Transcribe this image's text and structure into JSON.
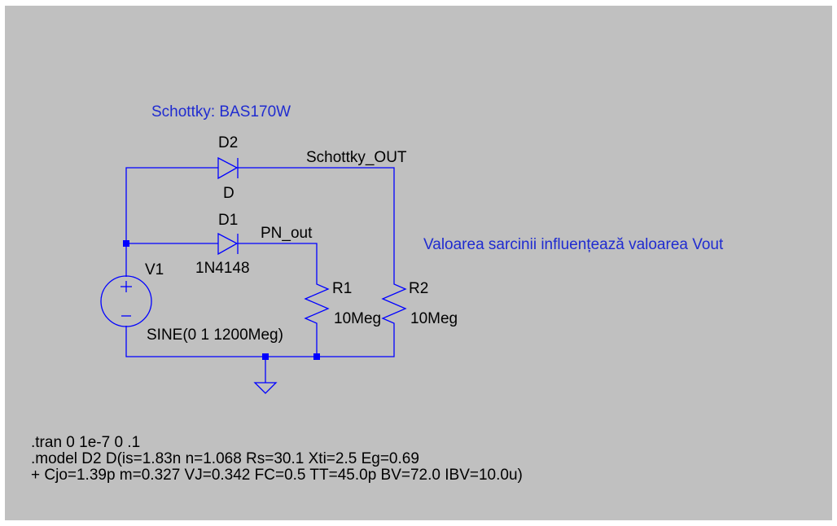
{
  "colors": {
    "background": "#c0c0c0",
    "wire": "#0000ff",
    "comment_text": "#1f2bd0",
    "label_text": "#000000"
  },
  "comments": {
    "schottky": "Schottky: BAS170W",
    "load_note": "Valoarea sarcinii influențează valoarea Vout"
  },
  "components": {
    "d2": {
      "name": "D2",
      "value": "D"
    },
    "d1": {
      "name": "D1",
      "value": "1N4148"
    },
    "v1": {
      "name": "V1",
      "value": "SINE(0 1 1200Meg)"
    },
    "r1": {
      "name": "R1",
      "value": "10Meg"
    },
    "r2": {
      "name": "R2",
      "value": "10Meg"
    }
  },
  "nets": {
    "schottky_out": "Schottky_OUT",
    "pn_out": "PN_out"
  },
  "directives": [
    ".tran 0 1e-7 0 .1",
    ".model D2 D(is=1.83n n=1.068 Rs=30.1 Xti=2.5 Eg=0.69",
    "+ Cjo=1.39p m=0.327 VJ=0.342 FC=0.5 TT=45.0p BV=72.0 IBV=10.0u)"
  ]
}
